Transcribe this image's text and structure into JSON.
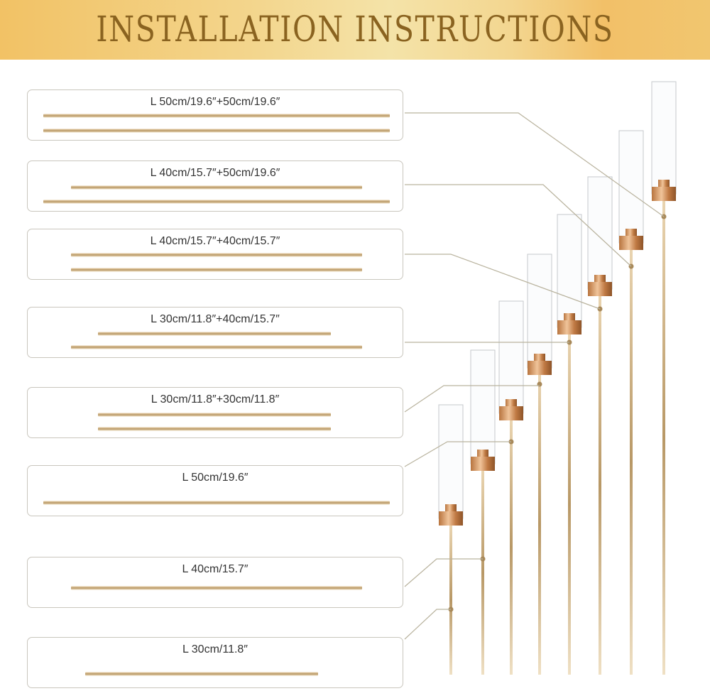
{
  "header": {
    "title": "INSTALLATION INSTRUCTIONS"
  },
  "colors": {
    "gold": "#c9a36b",
    "leader_line": "#b9b39e",
    "header_gradient": [
      "#f2c265",
      "#f4e3a8",
      "#f2c068"
    ]
  },
  "parts": [
    {
      "label": "L 50cm/19.6″+50cm/19.6″",
      "rods": [
        "50cm",
        "50cm"
      ]
    },
    {
      "label": "L 40cm/15.7″+50cm/19.6″",
      "rods": [
        "40cm",
        "50cm"
      ]
    },
    {
      "label": "L 40cm/15.7″+40cm/15.7″",
      "rods": [
        "40cm",
        "40cm"
      ]
    },
    {
      "label": "L 30cm/11.8″+40cm/15.7″",
      "rods": [
        "30cm",
        "40cm"
      ]
    },
    {
      "label": "L 30cm/11.8″+30cm/11.8″",
      "rods": [
        "30cm",
        "30cm"
      ]
    },
    {
      "label": "L 50cm/19.6″",
      "rods": [
        "50cm"
      ]
    },
    {
      "label": "L 40cm/15.7″",
      "rods": [
        "40cm"
      ]
    },
    {
      "label": "L 30cm/11.8″",
      "rods": [
        "30cm"
      ]
    }
  ],
  "candle_holders_count": 8
}
